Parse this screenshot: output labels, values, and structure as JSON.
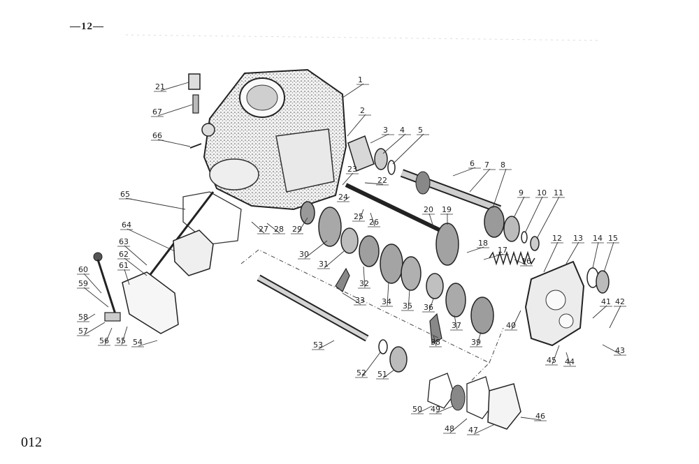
{
  "page_number": "—12—",
  "sheet_code": "012",
  "callouts": [
    {
      "num": "1"
    },
    {
      "num": "2"
    },
    {
      "num": "3"
    },
    {
      "num": "4"
    },
    {
      "num": "5"
    },
    {
      "num": "6"
    },
    {
      "num": "7"
    },
    {
      "num": "8"
    },
    {
      "num": "9"
    },
    {
      "num": "10"
    },
    {
      "num": "11"
    },
    {
      "num": "12"
    },
    {
      "num": "13"
    },
    {
      "num": "14"
    },
    {
      "num": "15"
    },
    {
      "num": "16"
    },
    {
      "num": "17"
    },
    {
      "num": "18"
    },
    {
      "num": "19"
    },
    {
      "num": "20"
    },
    {
      "num": "21"
    },
    {
      "num": "22"
    },
    {
      "num": "23"
    },
    {
      "num": "24"
    },
    {
      "num": "25"
    },
    {
      "num": "26"
    },
    {
      "num": "27"
    },
    {
      "num": "28"
    },
    {
      "num": "29"
    },
    {
      "num": "30"
    },
    {
      "num": "31"
    },
    {
      "num": "32"
    },
    {
      "num": "33"
    },
    {
      "num": "34"
    },
    {
      "num": "35"
    },
    {
      "num": "36"
    },
    {
      "num": "37"
    },
    {
      "num": "38"
    },
    {
      "num": "39"
    },
    {
      "num": "40"
    },
    {
      "num": "41"
    },
    {
      "num": "42"
    },
    {
      "num": "43"
    },
    {
      "num": "44"
    },
    {
      "num": "45"
    },
    {
      "num": "46"
    },
    {
      "num": "47"
    },
    {
      "num": "48"
    },
    {
      "num": "49"
    },
    {
      "num": "50"
    },
    {
      "num": "51"
    },
    {
      "num": "52"
    },
    {
      "num": "53"
    },
    {
      "num": "54"
    },
    {
      "num": "55"
    },
    {
      "num": "56"
    },
    {
      "num": "57"
    },
    {
      "num": "58"
    },
    {
      "num": "59"
    },
    {
      "num": "60"
    },
    {
      "num": "61"
    },
    {
      "num": "62"
    },
    {
      "num": "63"
    },
    {
      "num": "64"
    },
    {
      "num": "65"
    },
    {
      "num": "66"
    },
    {
      "num": "67"
    }
  ]
}
